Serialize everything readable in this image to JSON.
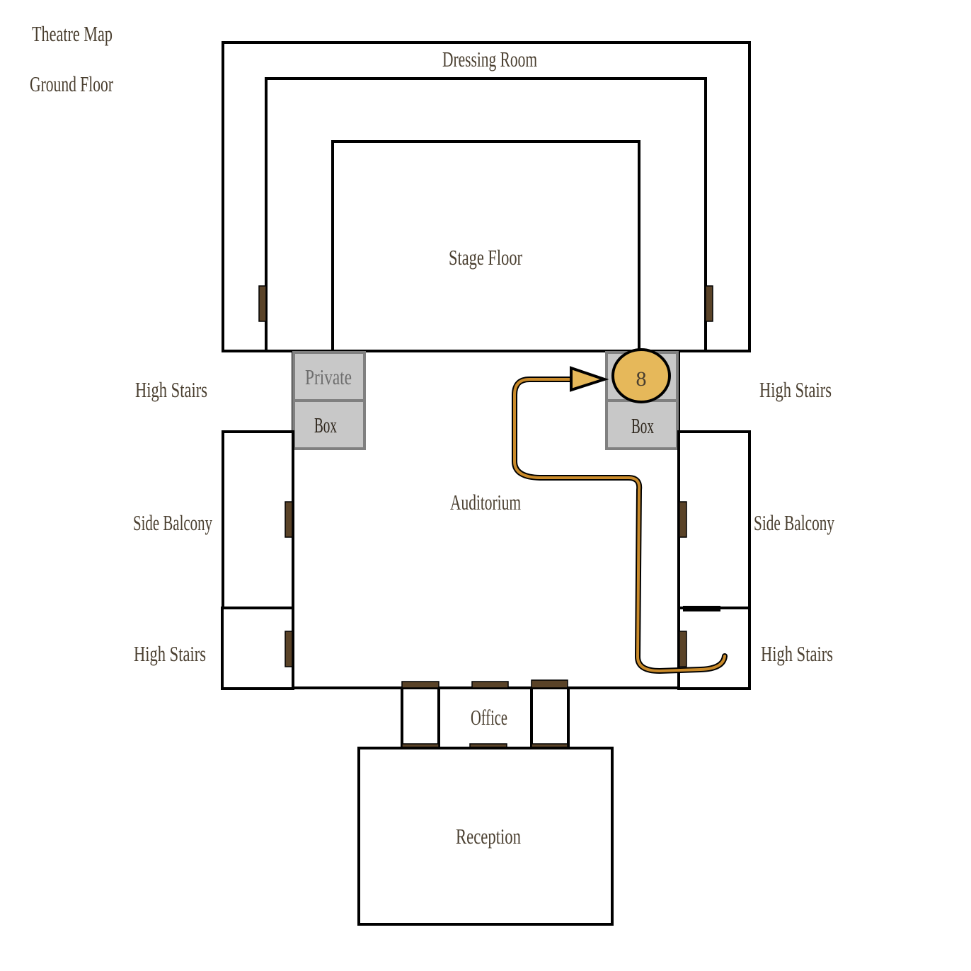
{
  "header": {
    "title": "Theatre Map",
    "floor": "Ground Floor"
  },
  "rooms": {
    "dressing_room": "Dressing Room",
    "stage_floor": "Stage Floor",
    "auditorium": "Auditorium",
    "private_box_left_top": "Private",
    "private_box_left_bottom": "Box",
    "private_box_right_bottom": "Box",
    "high_stairs_top_left": "High Stairs",
    "high_stairs_top_right": "High Stairs",
    "side_balcony_left": "Side Balcony",
    "side_balcony_right": "Side Balcony",
    "high_stairs_bottom_left": "High Stairs",
    "high_stairs_bottom_right": "High Stairs",
    "office": "Office",
    "reception": "Reception"
  },
  "marker": {
    "label": "8",
    "color": "#e6b85a"
  },
  "path": {
    "color": "#c98a2a"
  },
  "colors": {
    "text": "#4a3f30",
    "door": "#5a4328",
    "box": "#c8c8c8"
  }
}
